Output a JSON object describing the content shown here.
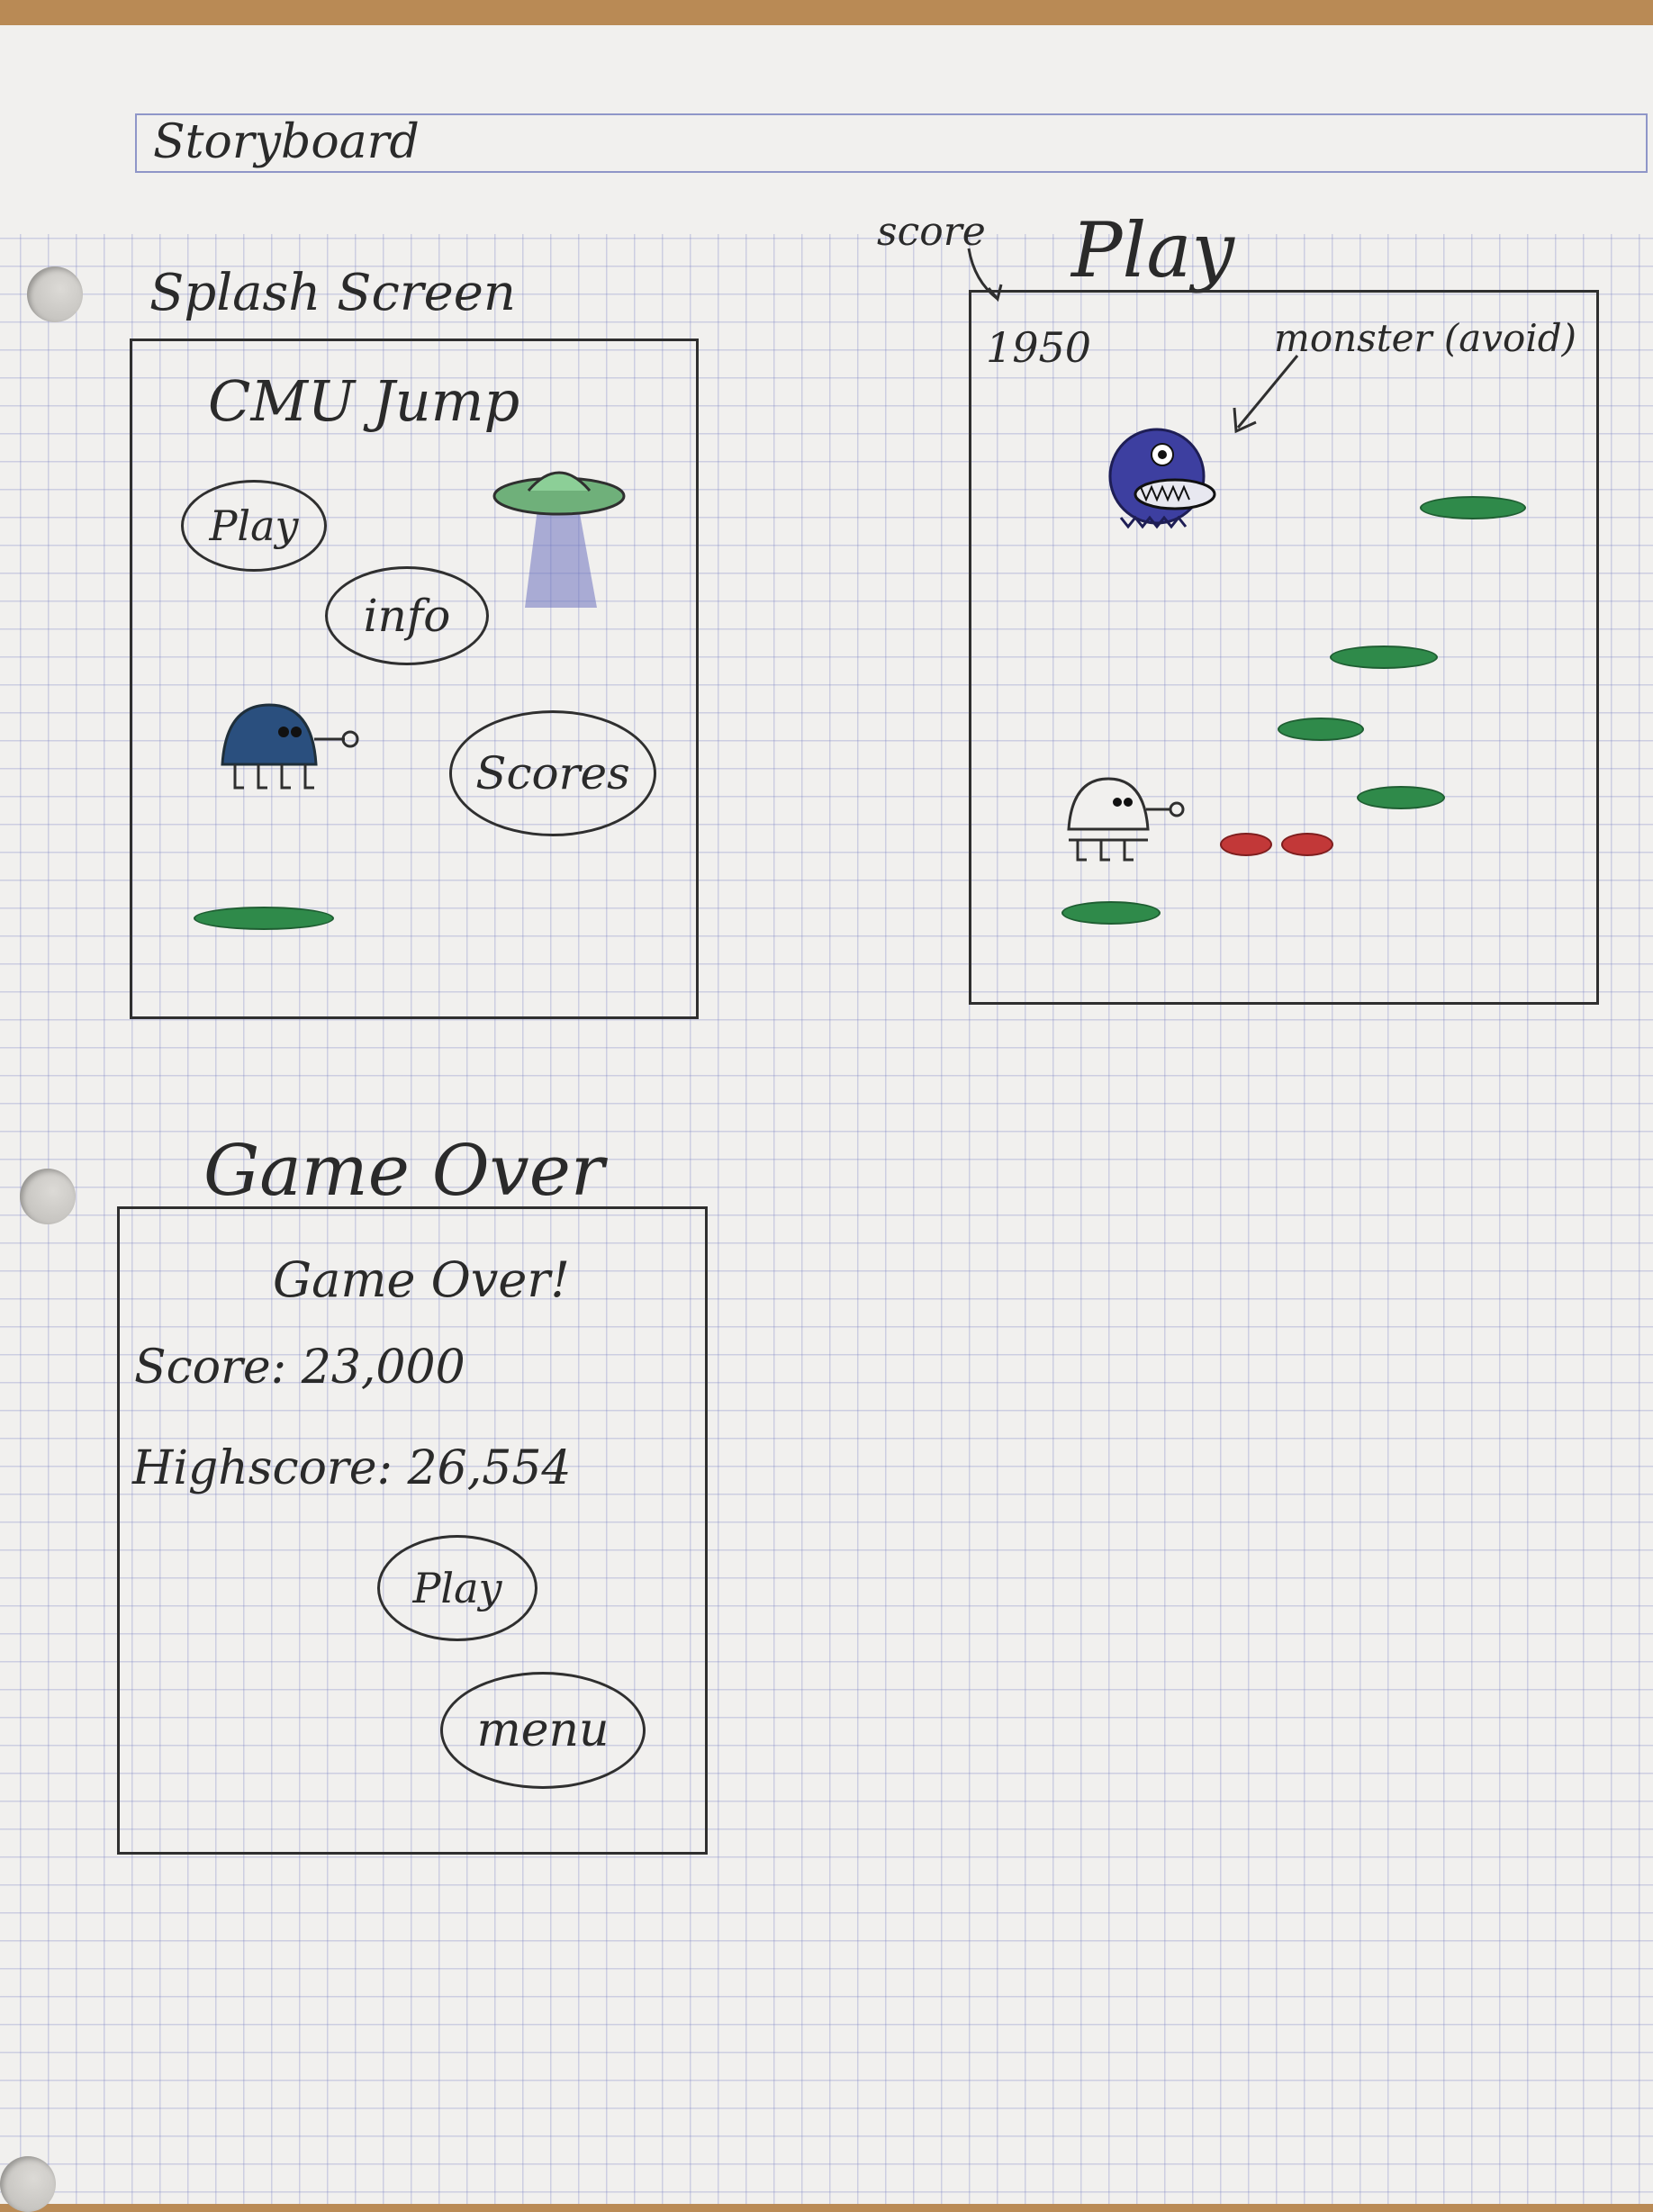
{
  "title": "Storyboard",
  "splash": {
    "label": "Splash Screen",
    "game_title": "CMU Jump",
    "buttons": {
      "play": "Play",
      "info": "info",
      "scores": "Scores"
    }
  },
  "play": {
    "label": "Play",
    "score_annotation": "score",
    "score_value": "1950",
    "monster_annotation": "monster (avoid)"
  },
  "game_over": {
    "label": "Game Over",
    "heading": "Game Over!",
    "score_line": "Score: 23,000",
    "highscore_line": "Highscore: 26,554",
    "buttons": {
      "play": "Play",
      "menu": "menu"
    }
  },
  "colors": {
    "platform_green": "#2f8a4a",
    "platform_red": "#c23838",
    "monster_blue": "#3d3fa0",
    "ufo_green": "#6fb07a",
    "ink": "#2a2a2a"
  }
}
